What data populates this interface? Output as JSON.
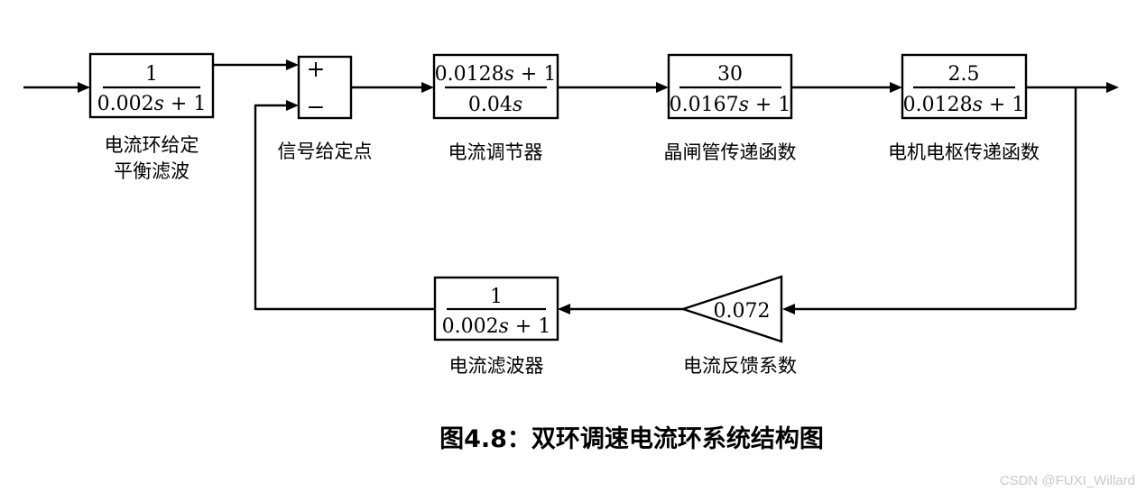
{
  "figure": {
    "caption": "图4.8：双环调速电流环系统结构图",
    "watermark": "CSDN @FUXI_Willard",
    "background_color": "#ffffff",
    "line_color": "#000000",
    "watermark_color": "#c9c9c9"
  },
  "blocks": [
    {
      "id": "input-filter",
      "label": "电流环给定\n平衡滤波",
      "label_line1": "电流环给定",
      "label_line2": "平衡滤波",
      "numerator": "1",
      "denominator": "0.002s + 1",
      "denominator_parts": [
        "0.002",
        "s",
        " + 1"
      ],
      "type": "transfer-function"
    },
    {
      "id": "summing-junction",
      "label": "信号给定点",
      "plus_sign": "+",
      "minus_sign": "−",
      "type": "summing-junction"
    },
    {
      "id": "current-regulator",
      "label": "电流调节器",
      "numerator": "0.0128s + 1",
      "denominator": "0.04s",
      "type": "transfer-function"
    },
    {
      "id": "thyristor",
      "label": "晶闸管传递函数",
      "numerator": "30",
      "denominator": "0.0167s + 1",
      "type": "transfer-function"
    },
    {
      "id": "motor-armature",
      "label": "电机电枢传递函数",
      "numerator": "2.5",
      "denominator": "0.0128s + 1",
      "type": "transfer-function"
    },
    {
      "id": "current-filter",
      "label": "电流滤波器",
      "numerator": "1",
      "denominator": "0.002s + 1",
      "type": "transfer-function"
    },
    {
      "id": "feedback-gain",
      "label": "电流反馈系数",
      "value": "0.072",
      "type": "gain-triangle"
    }
  ]
}
